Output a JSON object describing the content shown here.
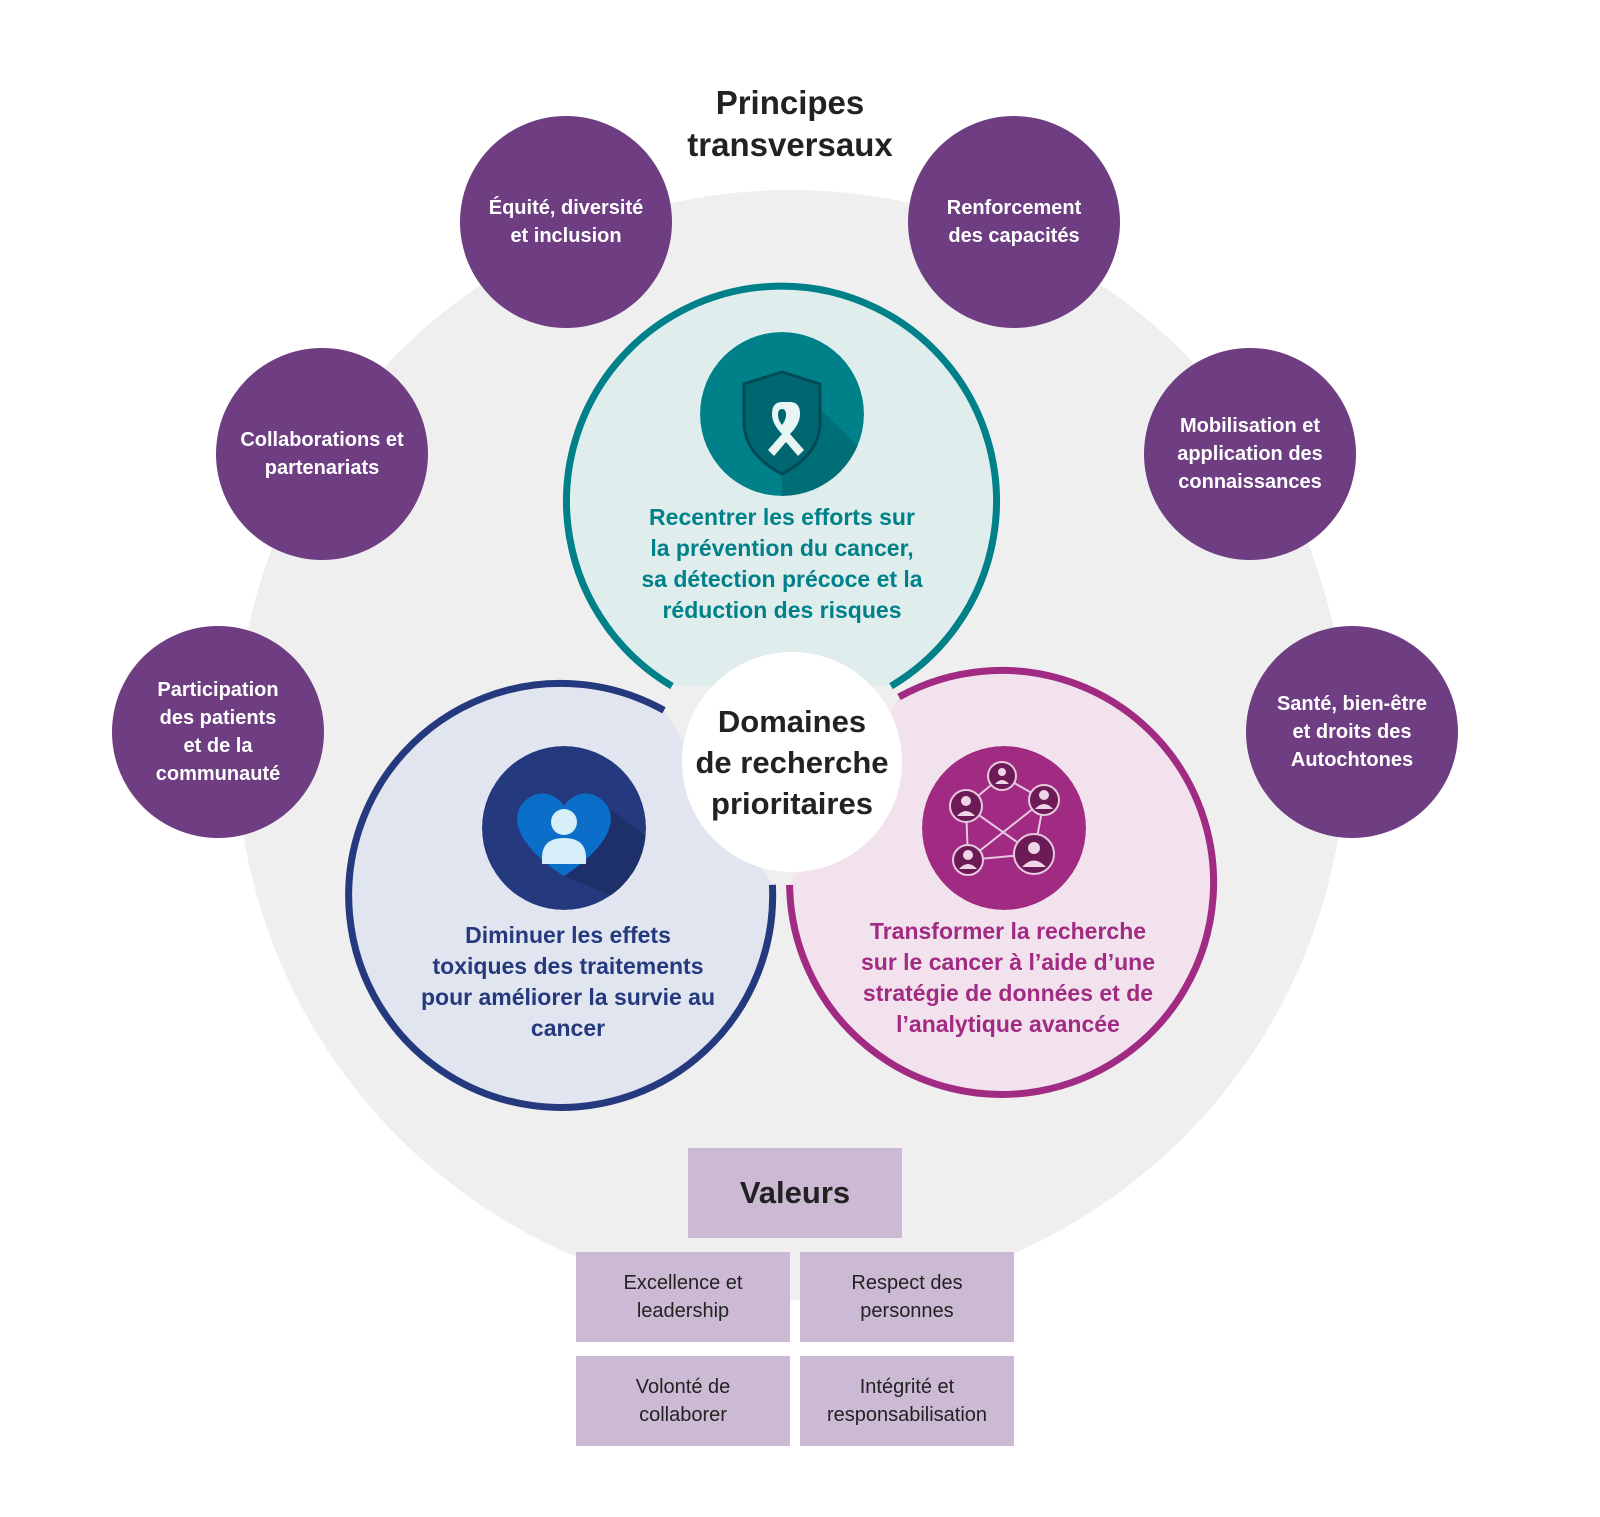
{
  "principles": {
    "title": "Principes\ntransversaux",
    "items": [
      {
        "label": "Équité, diversité\net inclusion"
      },
      {
        "label": "Renforcement\ndes capacités"
      },
      {
        "label": "Collaborations et\npartenariats"
      },
      {
        "label": "Mobilisation et\napplication des\nconnaissances"
      },
      {
        "label": "Participation\ndes patients\net de la\ncommunauté"
      },
      {
        "label": "Santé, bien-être\net droits des\nAutochtones"
      }
    ]
  },
  "center": {
    "label": "Domaines\nde recherche\nprioritaires"
  },
  "domains": {
    "prevention": {
      "text": "Recentrer les efforts sur\nla prévention du cancer,\nsa détection précoce et la\nréduction des risques",
      "color": "#00818a"
    },
    "treatment": {
      "text": "Diminuer les effets\ntoxiques des traitements\npour améliorer la survie au\ncancer",
      "color": "#24397e"
    },
    "data": {
      "text": "Transformer la recherche\nsur le cancer à l’aide d’une\nstratégie de données et de\nl’analytique avancée",
      "color": "#a12a82"
    }
  },
  "icons": {
    "prevention": "shield-ribbon-icon",
    "treatment": "heart-person-icon",
    "data": "network-people-icon"
  },
  "values": {
    "title": "Valeurs",
    "items": [
      {
        "label": "Excellence et\nleadership"
      },
      {
        "label": "Respect des\npersonnes"
      },
      {
        "label": "Volonté de\ncollaborer"
      },
      {
        "label": "Intégrité et\nresponsabilisation"
      }
    ]
  },
  "colors": {
    "principle": "#6e3d82",
    "background_circle": "#efefef",
    "values_box": "#ccb9d4"
  }
}
